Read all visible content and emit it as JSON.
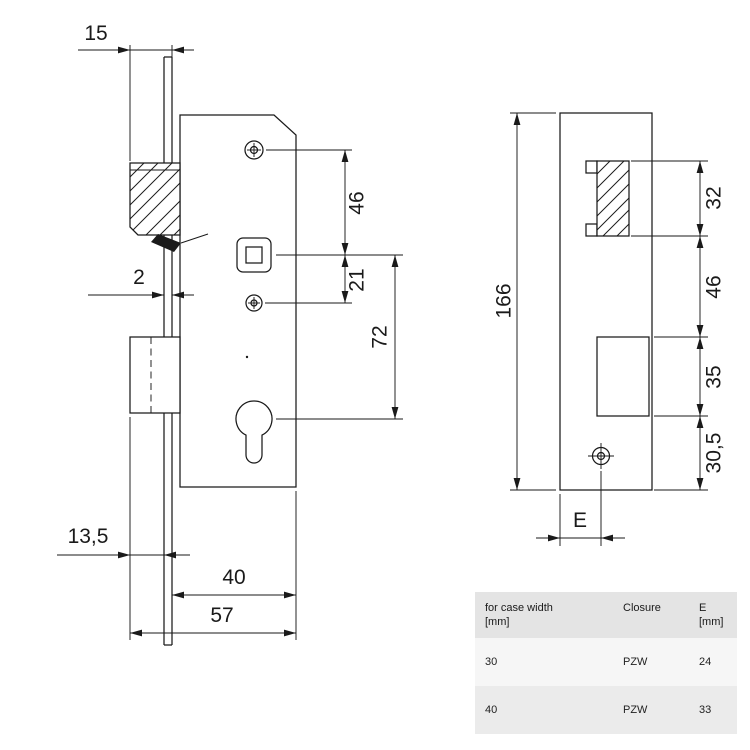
{
  "front_view": {
    "dims": {
      "latch_to_plate_back": "15",
      "plate_thickness": "2",
      "latch_to_plate_front": "13,5",
      "case_depth": "40",
      "total_depth": "57",
      "screw_to_spindle": "46",
      "spindle_to_screw": "21",
      "spindle_to_cylinder": "72"
    }
  },
  "side_view": {
    "dims": {
      "plate_length": "166",
      "latch_cutout": "32",
      "latch_to_bolt": "46",
      "bolt_cutout": "35",
      "bolt_to_screw": "30,5",
      "backset_label": "E"
    }
  },
  "table": {
    "headers": [
      {
        "line1": "for case width",
        "line2": "[mm]"
      },
      {
        "line1": "Closure",
        "line2": ""
      },
      {
        "line1": "E",
        "line2": "[mm]"
      }
    ],
    "rows": [
      {
        "case_width": "30",
        "closure": "PZW",
        "e": "24"
      },
      {
        "case_width": "40",
        "closure": "PZW",
        "e": "33"
      }
    ]
  },
  "colors": {
    "line": "#1a1a1a",
    "table_header_bg": "#e4e4e4",
    "table_row_odd_bg": "#f6f6f6",
    "table_row_even_bg": "#ebebeb"
  }
}
